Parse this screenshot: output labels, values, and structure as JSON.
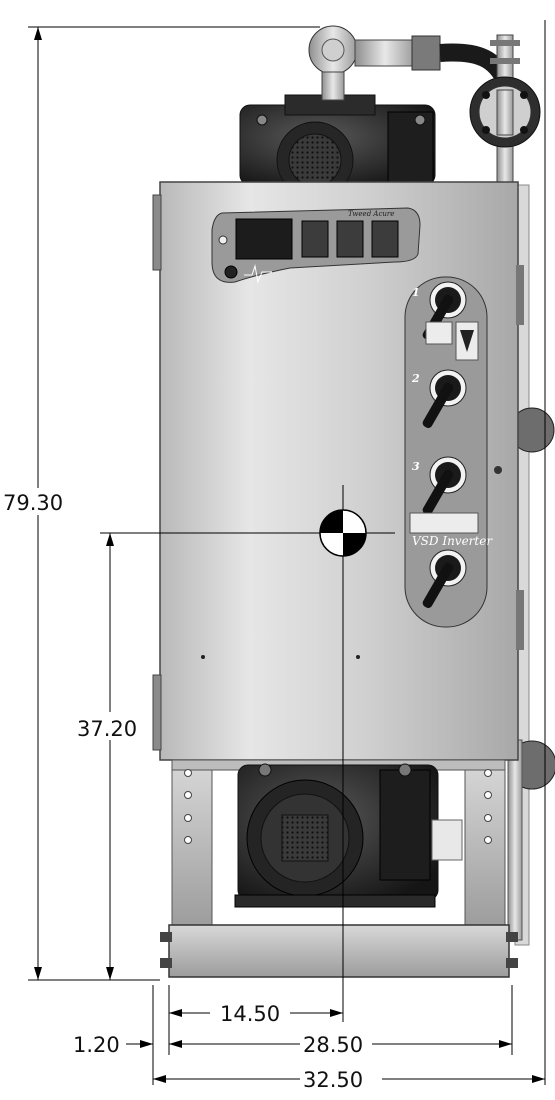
{
  "dimensions": {
    "overall_height": "79.30",
    "center_of_gravity_height": "37.20",
    "center_of_gravity_offset": "14.50",
    "frame_offset": "1.20",
    "frame_width": "28.50",
    "overall_width": "32.50"
  },
  "panel": {
    "brand_text": "Tweed Acure",
    "inverter_label": "VSD Inverter",
    "switch_numbers": [
      "1",
      "2",
      "3"
    ]
  },
  "colors": {
    "panel_face": "#d4d4d4",
    "motor_dark": "#2a2a2a",
    "frame_gray": "#bdbdbd",
    "switch_strip": "#9a9a9a"
  }
}
